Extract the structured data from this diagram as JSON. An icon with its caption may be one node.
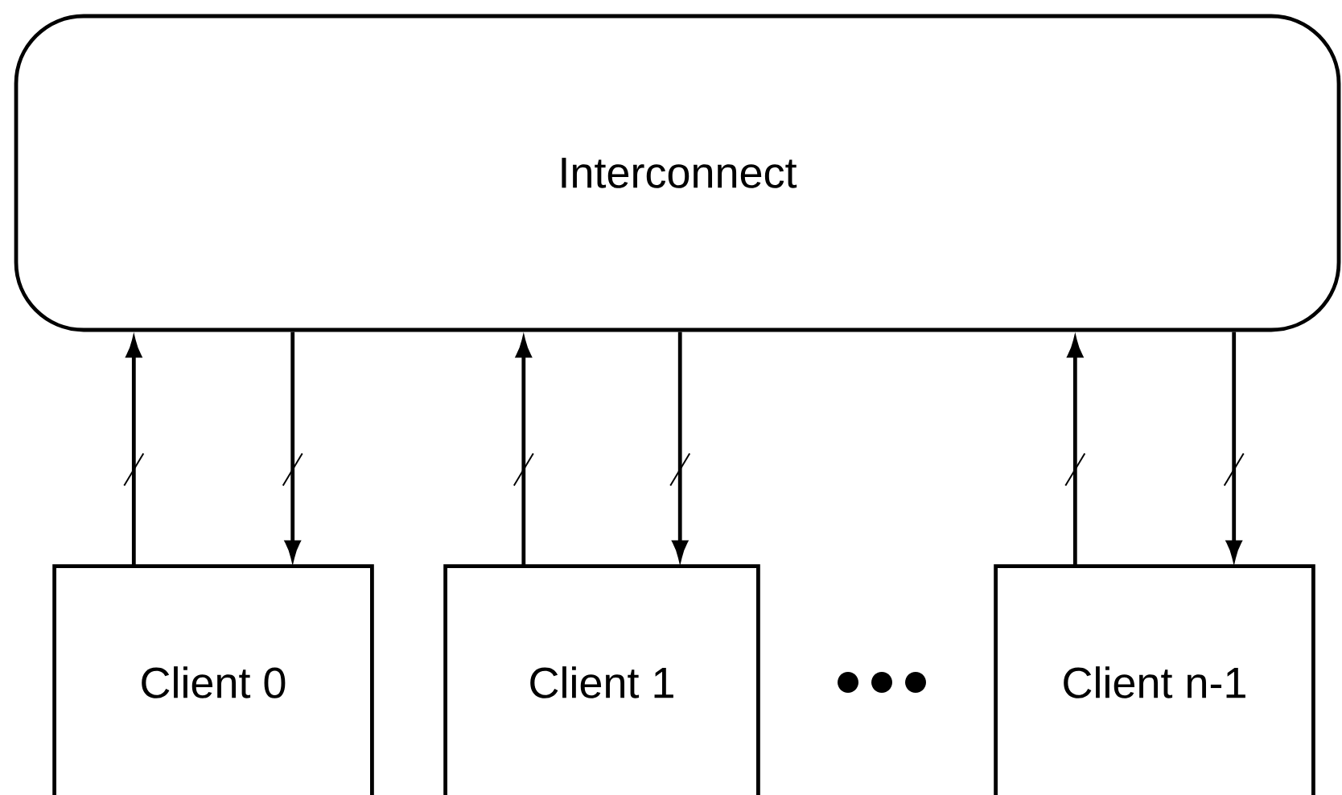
{
  "diagram": {
    "nodes": [
      {
        "text": [
          "Interconnect"
        ]
      },
      {
        "text": [
          "Client 0"
        ]
      },
      {
        "text": [
          "Client 1"
        ]
      },
      {
        "text": [
          "Client n-1"
        ]
      }
    ],
    "edges": [
      {
        "from": 1,
        "to": 0,
        "arrow": "to"
      },
      {
        "from": 0,
        "to": 1,
        "arrow": "to"
      },
      {
        "from": 2,
        "to": 0,
        "arrow": "to"
      },
      {
        "from": 0,
        "to": 2,
        "arrow": "to"
      },
      {
        "from": 3,
        "to": 0,
        "arrow": "to"
      },
      {
        "from": 0,
        "to": 3,
        "arrow": "to"
      }
    ]
  }
}
